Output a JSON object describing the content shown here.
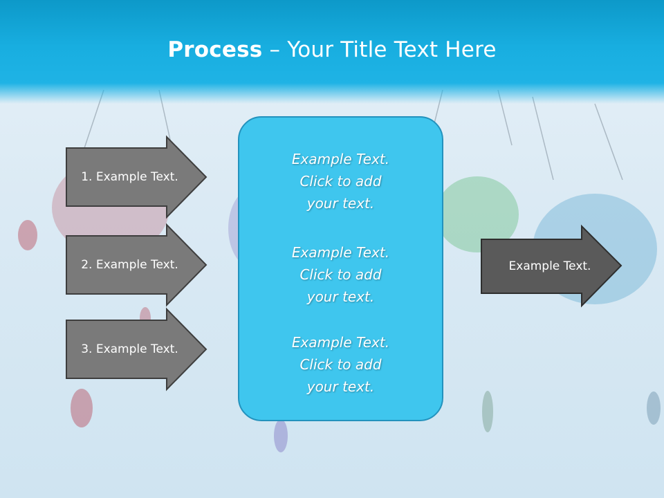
{
  "title": {
    "bold": "Process",
    "rest": " – Your Title Text Here"
  },
  "left_arrows": [
    {
      "label": "1. Example Text."
    },
    {
      "label": "2. Example Text."
    },
    {
      "label": "3. Example Text."
    }
  ],
  "center_box": {
    "paragraphs": [
      {
        "line1": "Example Text.",
        "line2": "Click  to add",
        "line3": "your text."
      },
      {
        "line1": "Example Text.",
        "line2": "Click  to add",
        "line3": "your text."
      },
      {
        "line1": "Example Text.",
        "line2": "Click  to add",
        "line3": "your text."
      }
    ]
  },
  "right_arrow": {
    "label": "Example Text."
  },
  "colors": {
    "header": "#18aee0",
    "center_box": "#3fc6ee",
    "left_arrow_fill": "#7a7a7a",
    "right_arrow_fill": "#5a5a5a"
  }
}
